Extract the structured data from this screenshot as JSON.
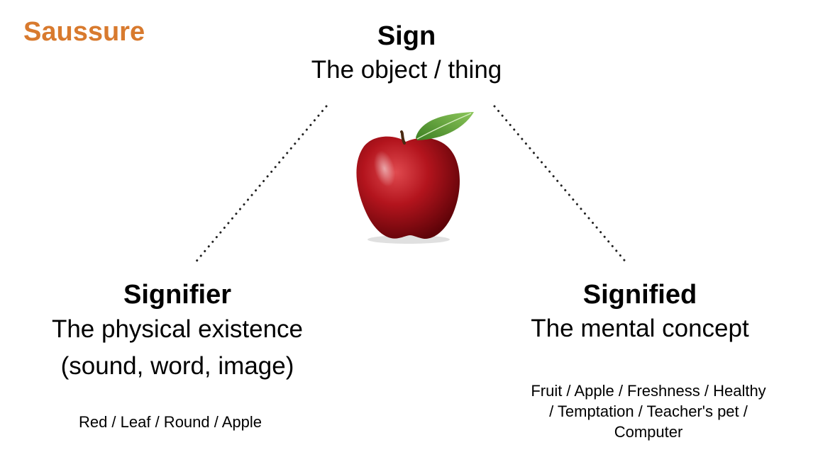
{
  "heading": "Saussure",
  "colors": {
    "heading": "#d87a2e",
    "apple": "#a8141c",
    "leaf": "#5fa33a"
  },
  "sign": {
    "title": "Sign",
    "subtitle": "The object / thing"
  },
  "signifier": {
    "title": "Signifier",
    "subtitle": "The physical existence\n(sound, word, image)",
    "examples": "Red / Leaf / Round / Apple"
  },
  "signified": {
    "title": "Signified",
    "subtitle": "The mental concept",
    "examples": "Fruit / Apple / Freshness  / Healthy\n/ Temptation / Teacher's pet /\nComputer"
  }
}
